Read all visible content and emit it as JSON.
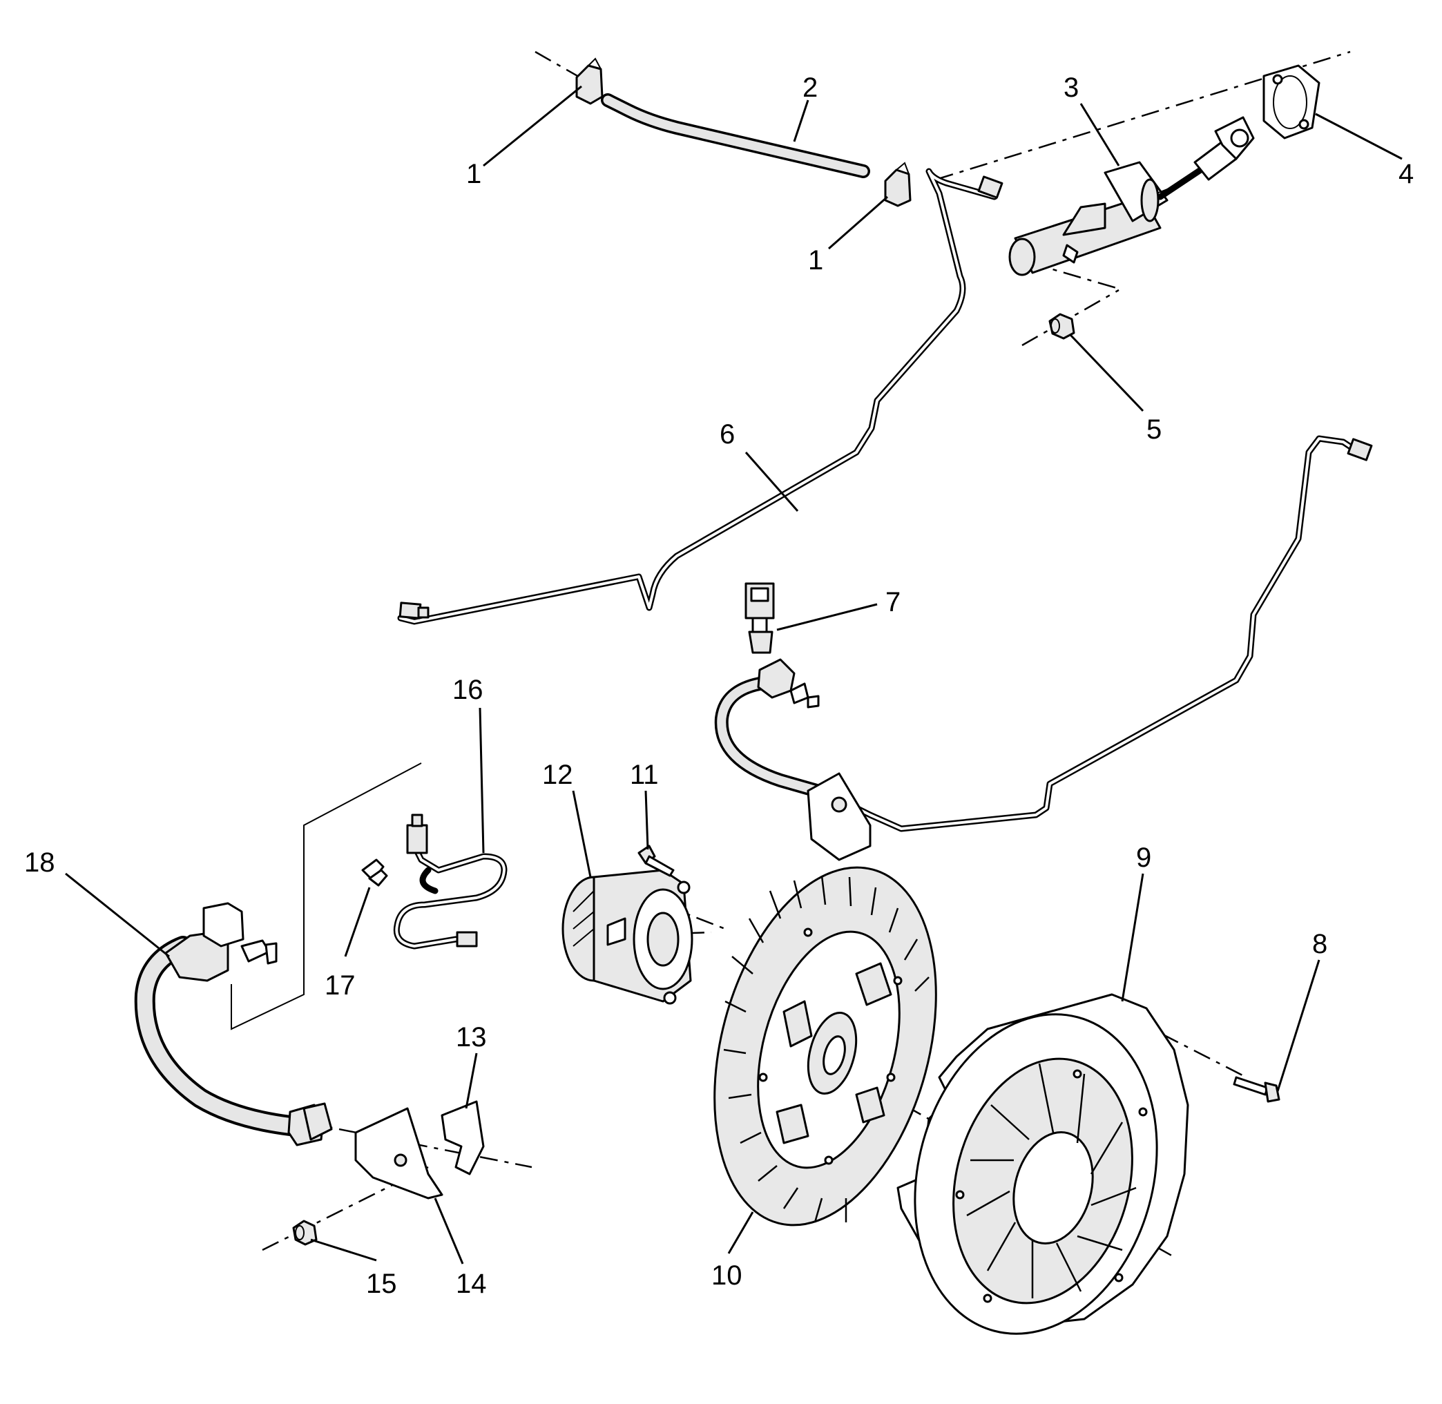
{
  "callouts": [
    {
      "id": "c1a",
      "text": "1"
    },
    {
      "id": "c1b",
      "text": "1"
    },
    {
      "id": "c2",
      "text": "2"
    },
    {
      "id": "c3",
      "text": "3"
    },
    {
      "id": "c4",
      "text": "4"
    },
    {
      "id": "c5",
      "text": "5"
    },
    {
      "id": "c6",
      "text": "6"
    },
    {
      "id": "c7",
      "text": "7"
    },
    {
      "id": "c8",
      "text": "8"
    },
    {
      "id": "c9",
      "text": "9"
    },
    {
      "id": "c10",
      "text": "10"
    },
    {
      "id": "c11",
      "text": "11"
    },
    {
      "id": "c12",
      "text": "12"
    },
    {
      "id": "c13",
      "text": "13"
    },
    {
      "id": "c14",
      "text": "14"
    },
    {
      "id": "c15",
      "text": "15"
    },
    {
      "id": "c16",
      "text": "16"
    },
    {
      "id": "c17",
      "text": "17"
    },
    {
      "id": "c18",
      "text": "18"
    }
  ]
}
